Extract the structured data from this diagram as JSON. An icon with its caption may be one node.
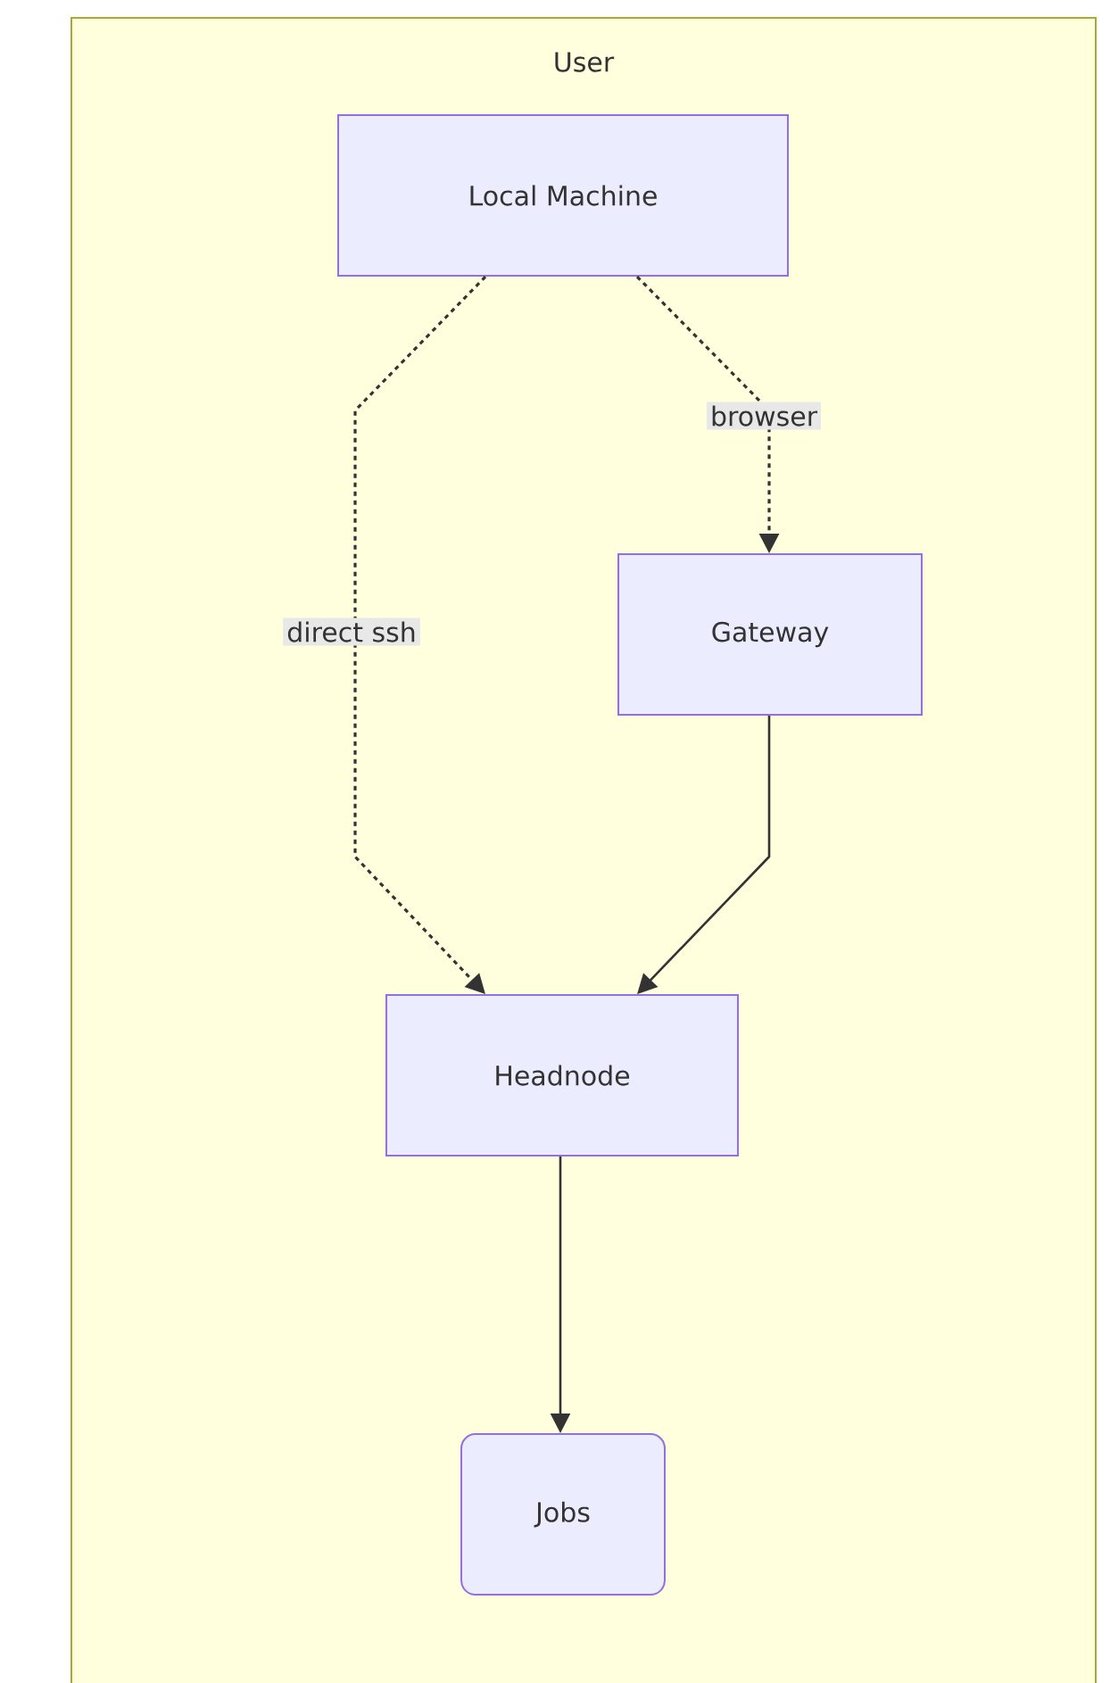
{
  "diagram": {
    "nodes": [
      {
        "text": [
          "User"
        ]
      },
      {
        "text": [
          "Local Machine"
        ],
        "in": 0
      },
      {
        "text": [
          "Gateway"
        ],
        "in": 0
      },
      {
        "text": [
          "Headnode"
        ],
        "in": 0
      },
      {
        "text": [
          "Jobs"
        ],
        "in": 0
      }
    ],
    "edges": [
      {
        "from": 1,
        "to": 3,
        "arrow": "to",
        "label": "direct ssh",
        "style": "dashed"
      },
      {
        "from": 1,
        "to": 2,
        "arrow": "to",
        "label": "browser",
        "style": "dashed"
      },
      {
        "from": 2,
        "to": 3,
        "arrow": "to"
      },
      {
        "from": 3,
        "to": 4,
        "arrow": "to"
      }
    ]
  }
}
